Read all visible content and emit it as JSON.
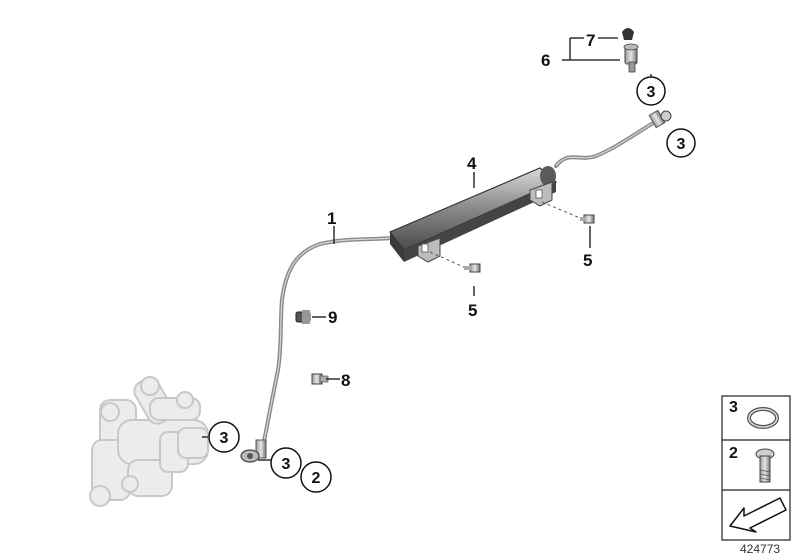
{
  "diagram_id": "424773",
  "callouts": {
    "hose_1": "1",
    "reservoir_4": "4",
    "screw_5_left": "5",
    "screw_5_right": "5",
    "banjo_6": "6",
    "cap_7": "7",
    "screw_8": "8",
    "valve_9": "9",
    "seal_3_caliper": "3",
    "seal_3_bottom": "3",
    "bolt_2_bottom": "2",
    "seal_3_upper": "3",
    "seal_3_top": "3"
  },
  "legend": {
    "seal_label": "3",
    "bolt_label": "2"
  },
  "icons": {
    "seal": "sealing-ring-icon",
    "bolt": "banjo-bolt-icon",
    "arrow": "arrow-nav-icon"
  }
}
